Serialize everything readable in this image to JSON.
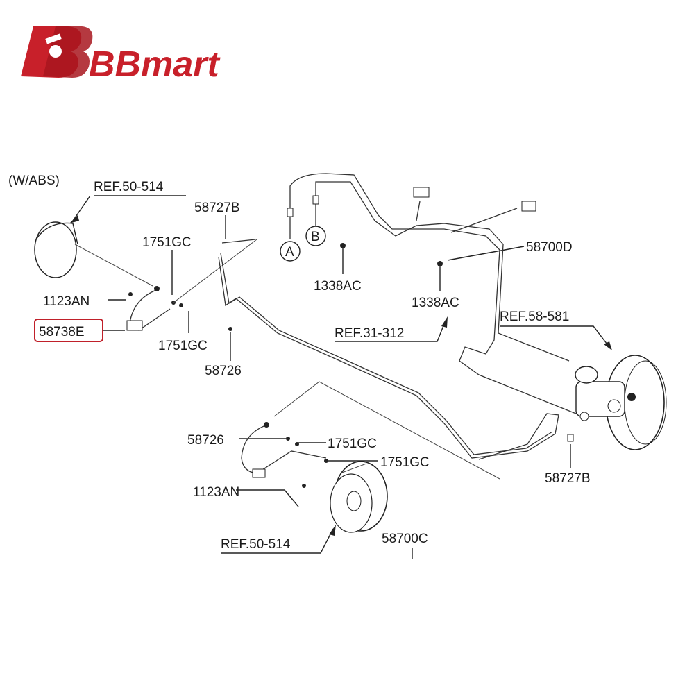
{
  "brand": {
    "name": "BBmart",
    "color": "#c8202a"
  },
  "diagram": {
    "variant_note": "(W/ABS)",
    "highlight_color": "#c0202a",
    "labels": {
      "ref_50_514_top": "REF.50-514",
      "ref_50_514_bottom": "REF.50-514",
      "ref_31_312": "REF.31-312",
      "ref_58_581": "REF.58-581",
      "p58727B_top": "58727B",
      "p58727B_bottom": "58727B",
      "p1751GC_top": "1751GC",
      "p1751GC_mid": "1751GC",
      "p1751GC_b1": "1751GC",
      "p1751GC_b2": "1751GC",
      "p1123AN_top": "1123AN",
      "p1123AN_bottom": "1123AN",
      "p58738E": "58738E",
      "p58726_top": "58726",
      "p58726_bottom": "58726",
      "p1338AC_left": "1338AC",
      "p1338AC_right": "1338AC",
      "p58700D": "58700D",
      "p58700C": "58700C",
      "circle_A": "A",
      "circle_B": "B"
    }
  }
}
